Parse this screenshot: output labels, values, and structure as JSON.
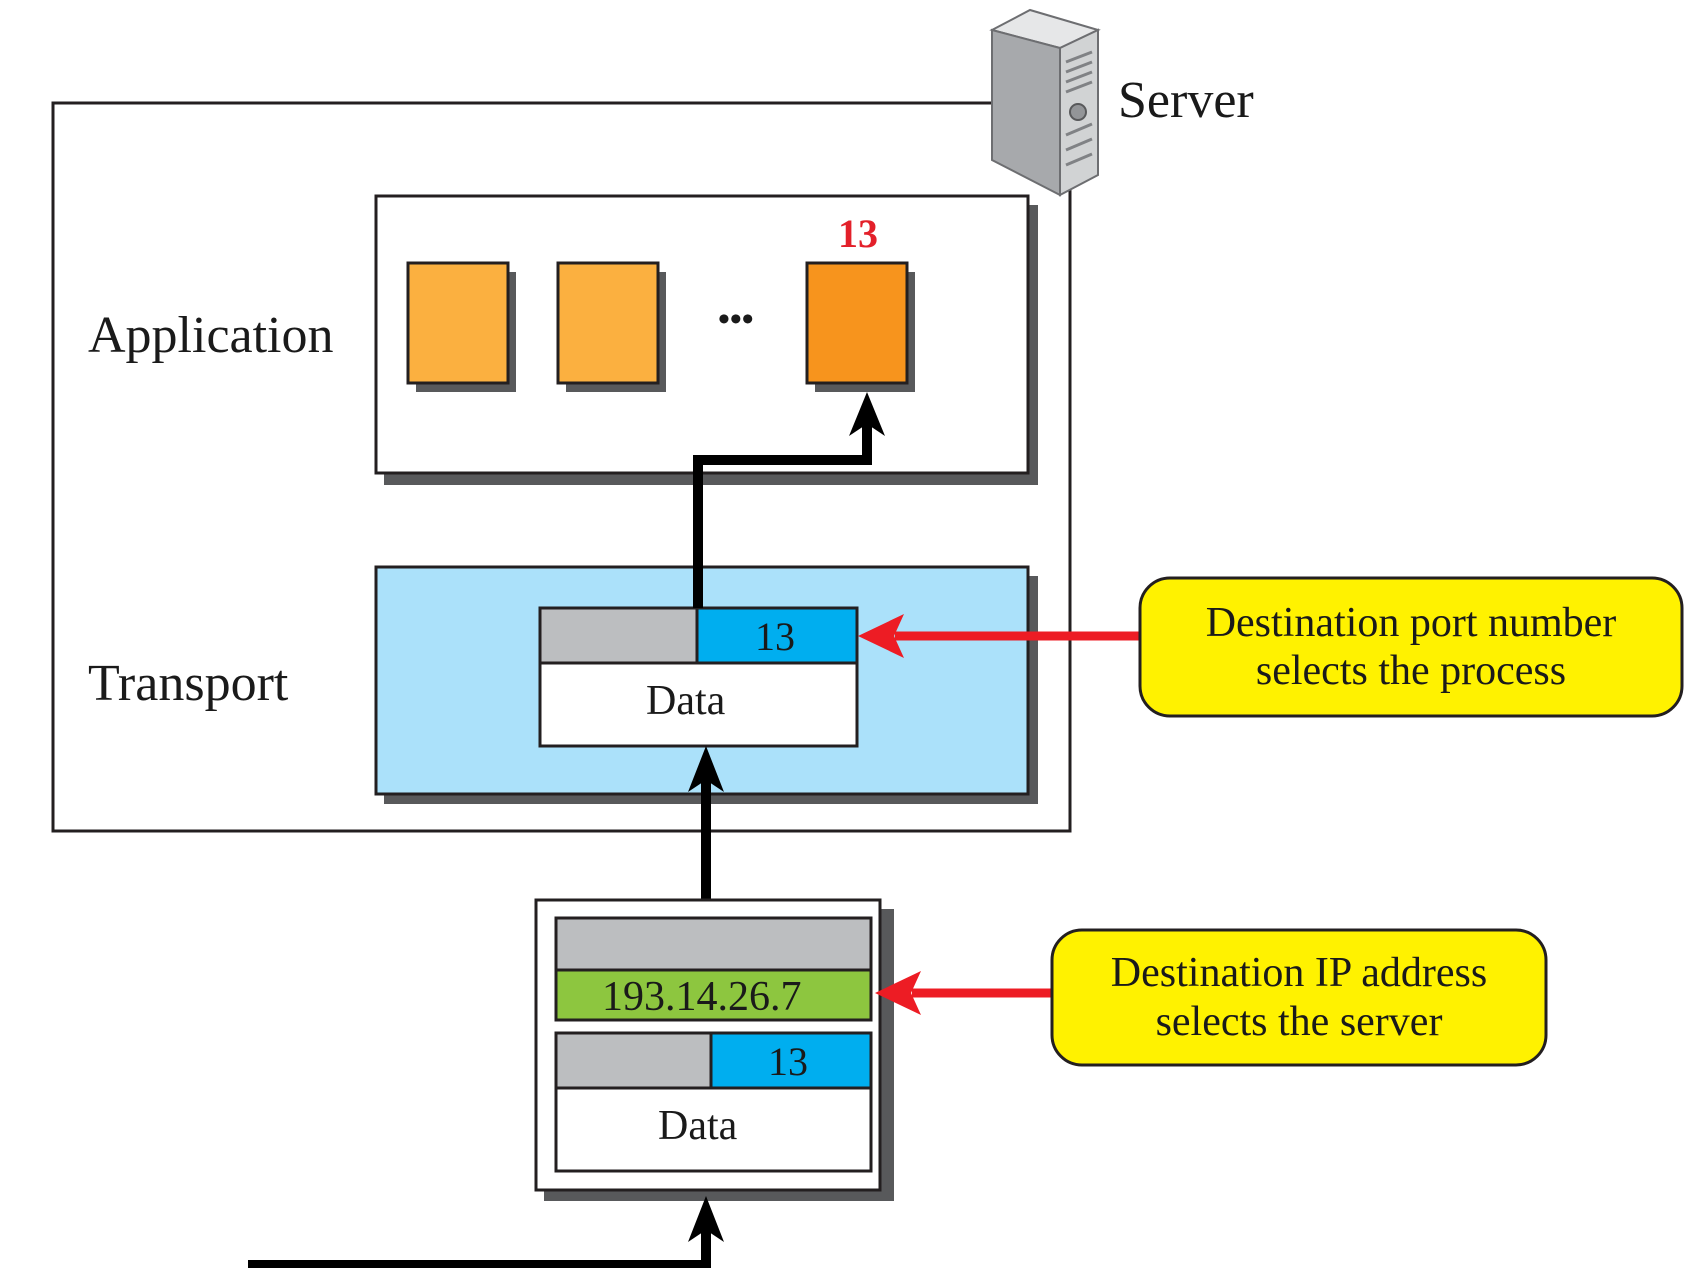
{
  "server": {
    "label": "Server",
    "icon": "server-icon"
  },
  "layers": {
    "application": "Application",
    "transport": "Transport"
  },
  "application": {
    "selected_port": "13",
    "ellipsis": "•••"
  },
  "segment": {
    "port": "13",
    "data": "Data"
  },
  "packet": {
    "ip": "193.14.26.7",
    "port": "13",
    "data": "Data"
  },
  "callouts": {
    "port": {
      "line1": "Destination port number",
      "line2": "selects the process"
    },
    "ip": {
      "line1": "Destination IP address",
      "line2": "selects the server"
    }
  },
  "colors": {
    "process": "#fbb040",
    "process_selected": "#f7941d",
    "transport_bg": "#abe1fa",
    "port_field": "#00aeef",
    "ip_field": "#8dc63f",
    "header_grey": "#bcbec0",
    "callout": "#fff200",
    "pointer_arrow": "#ed1c24"
  }
}
